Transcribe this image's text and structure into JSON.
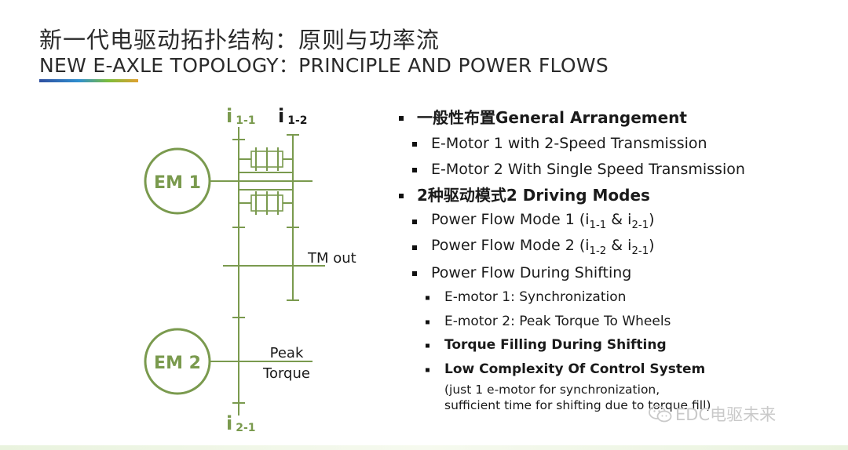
{
  "header": {
    "title_cn": "新一代电驱动拓扑结构：原则与功率流",
    "title_en": "NEW E-AXLE TOPOLOGY：PRINCIPLE AND POWER FLOWS"
  },
  "diagram": {
    "em1_label": "EM 1",
    "em2_label": "EM 2",
    "ratio_i11": "i",
    "ratio_i11_sub": "1-1",
    "ratio_i12": "i",
    "ratio_i12_sub": "1-2",
    "ratio_i21": "i",
    "ratio_i21_sub": "2-1",
    "tm_out_label": "TM out",
    "peak_label": "Peak",
    "torque_label": "Torque",
    "line_color": "#7a9a4e"
  },
  "bullets": {
    "general_cn": "一般性布置 ",
    "general_en": "General Arrangement",
    "em1_trans": "E-Motor 1 with 2-Speed Transmission",
    "em2_trans": "E-Motor 2 With Single Speed Transmission",
    "modes_cn": "2种驱动模式 ",
    "modes_en": "2 Driving Modes",
    "pf1_prefix": "Power Flow Mode 1 (i",
    "pf1_s1": "1-1",
    "pf1_mid": " & i",
    "pf1_s2": "2-1",
    "pf1_suffix": ")",
    "pf2_prefix": "Power Flow Mode 2 (i",
    "pf2_s1": "1-2",
    "pf2_mid": " & i",
    "pf2_s2": "2-1",
    "pf2_suffix": ")",
    "pf_shift": "Power Flow During Shifting",
    "em1_sync": "E-motor 1: Synchronization",
    "em2_peak": "E-motor 2: Peak Torque To Wheels",
    "torque_fill": "Torque Filling During Shifting",
    "low_complex": "Low Complexity Of Control System",
    "note_line1": "(just 1 e-motor for synchronization,",
    "note_line2": "sufficient time for shifting due to torque fill)"
  },
  "watermark": {
    "text": "EDC电驱未来",
    "icon": "wechat-icon"
  }
}
